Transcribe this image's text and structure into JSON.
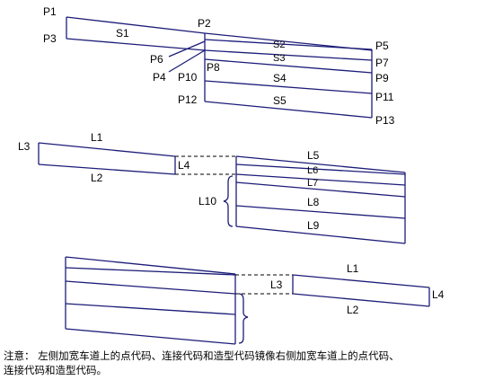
{
  "diagram1": {
    "labels": {
      "p1": "P1",
      "p2": "P2",
      "p3": "P3",
      "p4": "P4",
      "p5": "P5",
      "p6": "P6",
      "p7": "P7",
      "p8": "P8",
      "p9": "P9",
      "p10": "P10",
      "p11": "P11",
      "p12": "P12",
      "p13": "P13",
      "s1": "S1",
      "s2": "S2",
      "s3": "S3",
      "s4": "S4",
      "s5": "S5"
    }
  },
  "diagram2": {
    "labels": {
      "l1": "L1",
      "l2": "L2",
      "l3": "L3",
      "l4": "L4",
      "l5": "L5",
      "l6": "L6",
      "l7": "L7",
      "l8": "L8",
      "l9": "L9",
      "l10": "L10"
    }
  },
  "diagram3": {
    "labels": {
      "l1": "L1",
      "l2": "L2",
      "l3": "L3",
      "l4": "L4"
    }
  },
  "note": {
    "line1": "注意：  左侧加宽车道上的点代码、连接代码和造型代码镜像右侧加宽车道上的点代码、",
    "line2": "连接代码和造型代码。"
  },
  "colors": {
    "line": "#1c1c78",
    "dash": "#000000",
    "text": "#000000"
  }
}
